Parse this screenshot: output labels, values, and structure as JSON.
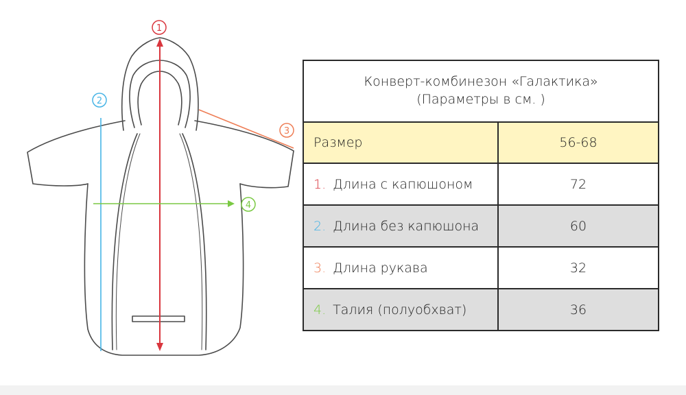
{
  "table": {
    "title_line1": "Конверт-комбинезон «Галактика»",
    "title_line2": "(Параметры в см. )",
    "header": {
      "param": "Размер",
      "value": "56-68"
    },
    "rows": [
      {
        "num": "1.",
        "label": "Длина с капюшоном",
        "value": "72",
        "color": "#d9363e"
      },
      {
        "num": "2.",
        "label": "Длина без капюшона",
        "value": "60",
        "color": "#46b4e6"
      },
      {
        "num": "3.",
        "label": "Длина рукава",
        "value": "32",
        "color": "#ee7d55"
      },
      {
        "num": "4.",
        "label": "Талия (полуобхват)",
        "value": "36",
        "color": "#7ac943"
      }
    ]
  },
  "markers": {
    "m1": "1",
    "m2": "2",
    "m3": "3",
    "m4": "4"
  },
  "colors": {
    "outline": "#4a4a4a",
    "header_bg": "#fff5c2",
    "shaded_row_bg": "#dedede",
    "measure_1": "#d9363e",
    "measure_2": "#46b4e6",
    "measure_3": "#ee7d55",
    "measure_4": "#7ac943"
  }
}
